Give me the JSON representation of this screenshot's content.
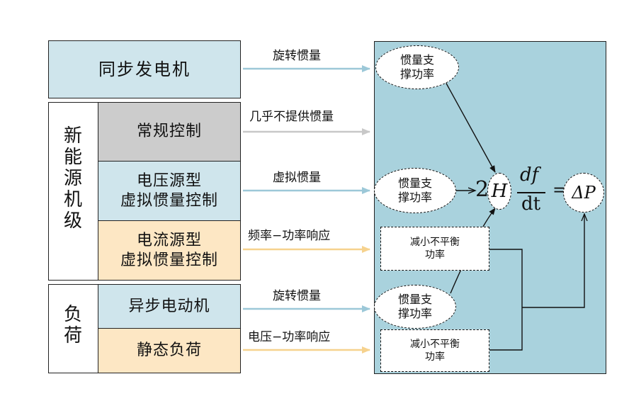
{
  "sources": {
    "sync_gen": "同步发电机",
    "renewable_group": [
      "新",
      "能",
      "源",
      "机",
      "级"
    ],
    "conventional_ctrl": "常规控制",
    "voltage_src_1": "电压源型",
    "voltage_src_2": "虚拟惯量控制",
    "current_src_1": "电流源型",
    "current_src_2": "虚拟惯量控制",
    "load_group": [
      "负",
      "荷"
    ],
    "async_motor": "异步电动机",
    "static_load": "静态负荷"
  },
  "arrows": {
    "a1": "旋转惯量",
    "a2": "几乎不提供惯量",
    "a3": "虚拟惯量",
    "a4": "频率−功率响应",
    "a5": "旋转惯量",
    "a6": "电压−功率响应"
  },
  "panel": {
    "inertia1_l1": "惯量支",
    "inertia1_l2": "撑功率",
    "inertia2_l1": "惯量支",
    "inertia2_l2": "撑功率",
    "inertia3_l1": "惯量支",
    "inertia3_l2": "撑功率",
    "unbal1_l1": "减小不平衡",
    "unbal1_l2": "功率",
    "unbal2_l1": "减小不平衡",
    "unbal2_l2": "功率"
  },
  "equation": {
    "coef": "2",
    "H": "H",
    "num": "df",
    "den": "dt",
    "eq": "=",
    "rhs": "ΔP"
  },
  "colors": {
    "teal": "#cfe5ec",
    "gray": "#cccccc",
    "tan": "#fde7c4",
    "panel": "#a9d2dd",
    "arrow_blue": "#9cc8d8",
    "arrow_gray": "#c8c8c8",
    "arrow_tan": "#f6d28e"
  }
}
